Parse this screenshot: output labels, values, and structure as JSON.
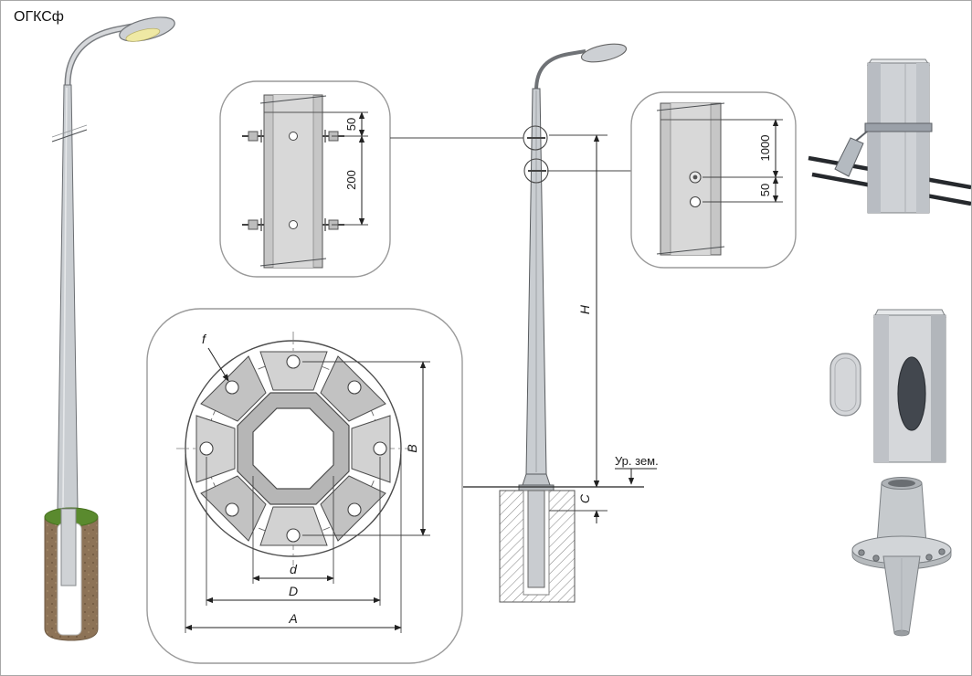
{
  "title": "ОГКСф",
  "detail_top": {
    "dim_offset": "50",
    "dim_spacing": "200"
  },
  "detail_right": {
    "dim_height": "1000",
    "dim_spacing": "50"
  },
  "flange": {
    "hole_label": "f",
    "dim_b": "B",
    "dim_d": "d",
    "dim_bolt_circle": "D",
    "dim_a": "A"
  },
  "elevation": {
    "height_label": "H",
    "embed_label": "C",
    "ground_label": "Ур. зем."
  }
}
